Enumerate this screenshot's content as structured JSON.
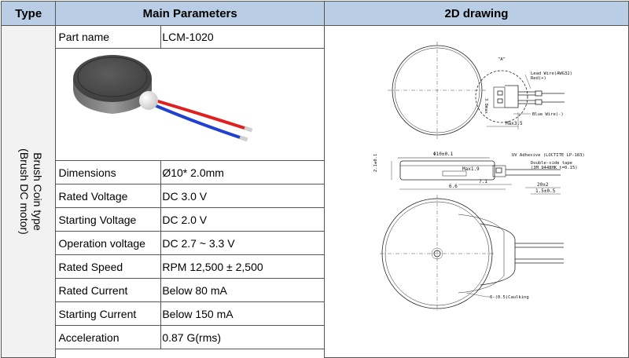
{
  "headers": {
    "type": "Type",
    "main": "Main Parameters",
    "drawing": "2D drawing"
  },
  "type_label": {
    "line1": "Brush Coin type",
    "line2": "(Brush DC motor)"
  },
  "part_name": {
    "label": "Part name",
    "value": "LCM-1020"
  },
  "params": [
    {
      "label": "Dimensions",
      "value": "Ø10* 2.0mm"
    },
    {
      "label": "Rated Voltage",
      "value": "DC 3.0 V"
    },
    {
      "label": "Starting Voltage",
      "value": "DC 2.0 V"
    },
    {
      "label": "Operation voltage",
      "value": "DC 2.7 ~ 3.3 V"
    },
    {
      "label": "Rated Speed",
      "value": "RPM 12,500 ± 2,500"
    },
    {
      "label": "Rated Current",
      "value": "Below 80 mA"
    },
    {
      "label": "Starting Current",
      "value": "Below 150 mA"
    },
    {
      "label": "Acceleration",
      "value": "0.87 G(rms)"
    }
  ],
  "drawing_notes": {
    "a_mark": "\"A\"",
    "lead_wire": "Lead Wire(AWG32)",
    "red": "Red(+)",
    "blue": "Blue Wire(-)",
    "dim_3_8": "3.8max",
    "max35": "Max3.5",
    "dia": "Φ10±0.1",
    "uv": "UV Adhesive (LOCTITE LP-183)",
    "tape1": "Double-side tape",
    "tape2": "(3M 9448HK t=0.15)",
    "max19": "Max1.9",
    "h21": "2.1±0.1",
    "d71": "7.1",
    "d66": "6.6",
    "d20": "20±2",
    "d15": "1.5±0.5",
    "caulk": "6-(0.5)Caulking"
  },
  "colors": {
    "header_bg": "#b9cde5",
    "type_bg": "#f2f2f2",
    "wire_red": "#e02020",
    "wire_blue": "#2040d0"
  }
}
